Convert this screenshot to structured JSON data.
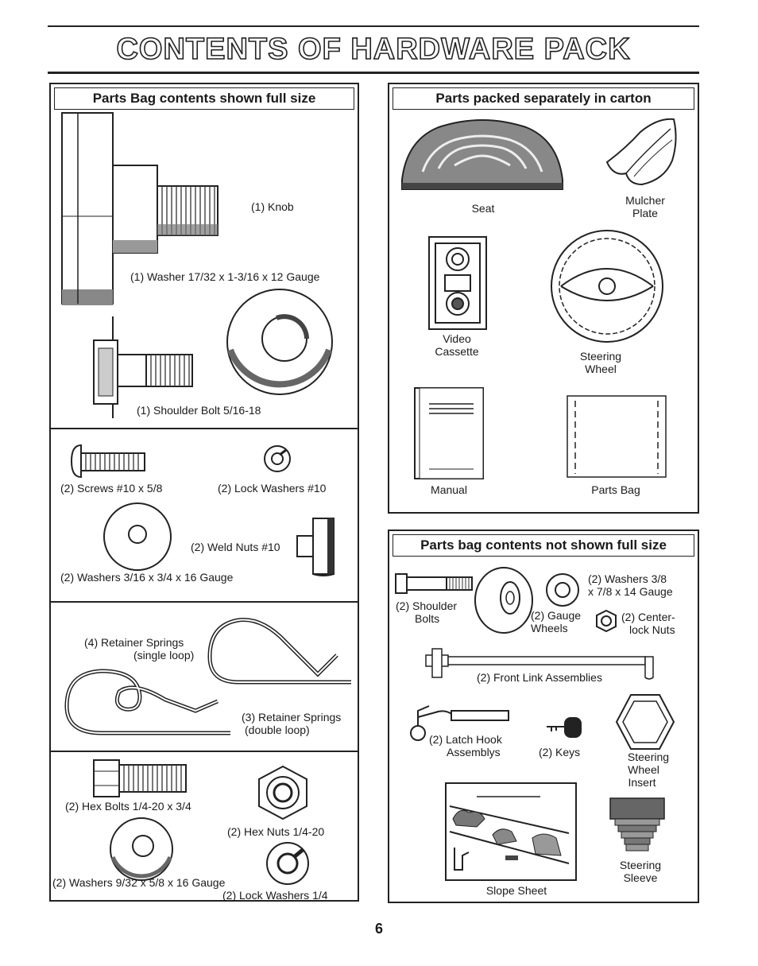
{
  "page": {
    "title": "CONTENTS OF HARDWARE PACK",
    "page_number": "6"
  },
  "left_panel": {
    "header": "Parts Bag contents shown full size",
    "knob": "(1) Knob",
    "washer_large": "(1) Washer 17/32 x 1-3/16 x 12 Gauge",
    "shoulder_bolt": "(1) Shoulder Bolt 5/16-18",
    "screws": "(2) Screws #10 x 5/8",
    "lock_washers_10": "(2) Lock Washers #10",
    "weld_nuts": "(2) Weld Nuts #10",
    "washers_316": "(2) Washers 3/16 x 3/4 x 16 Gauge",
    "retainer_single_1": "(4) Retainer Springs",
    "retainer_single_2": "(single loop)",
    "retainer_double_1": "(3) Retainer Springs",
    "retainer_double_2": "(double loop)",
    "hex_bolts": "(2) Hex Bolts 1/4-20 x 3/4",
    "hex_nuts": "(2) Hex Nuts 1/4-20",
    "washers_932": "(2) Washers 9/32 x 5/8 x 16 Gauge",
    "lock_washers_14": "(2) Lock Washers 1/4"
  },
  "right_top_panel": {
    "header": "Parts packed separately in carton",
    "seat": "Seat",
    "mulcher_1": "Mulcher",
    "mulcher_2": "Plate",
    "video_1": "Video",
    "video_2": "Cassette",
    "steering_wheel_1": "Steering",
    "steering_wheel_2": "Wheel",
    "manual": "Manual",
    "parts_bag": "Parts Bag"
  },
  "right_bottom_panel": {
    "header": "Parts bag contents not shown full size",
    "shoulder_bolts_1": "(2) Shoulder",
    "shoulder_bolts_2": "Bolts",
    "washers_38_1": "(2) Washers 3/8",
    "washers_38_2": "x 7/8 x 14 Gauge",
    "gauge_wheels_1": "(2) Gauge",
    "gauge_wheels_2": "Wheels",
    "center_lock_1": "(2) Center-",
    "center_lock_2": "lock Nuts",
    "front_link": "(2) Front Link Assemblies",
    "latch_hook_1": "(2) Latch Hook",
    "latch_hook_2": "Assemblys",
    "keys": "(2) Keys",
    "sw_insert_1": "Steering",
    "sw_insert_2": "Wheel",
    "sw_insert_3": "Insert",
    "slope_sheet": "Slope Sheet",
    "sleeve_1": "Steering",
    "sleeve_2": "Sleeve"
  }
}
